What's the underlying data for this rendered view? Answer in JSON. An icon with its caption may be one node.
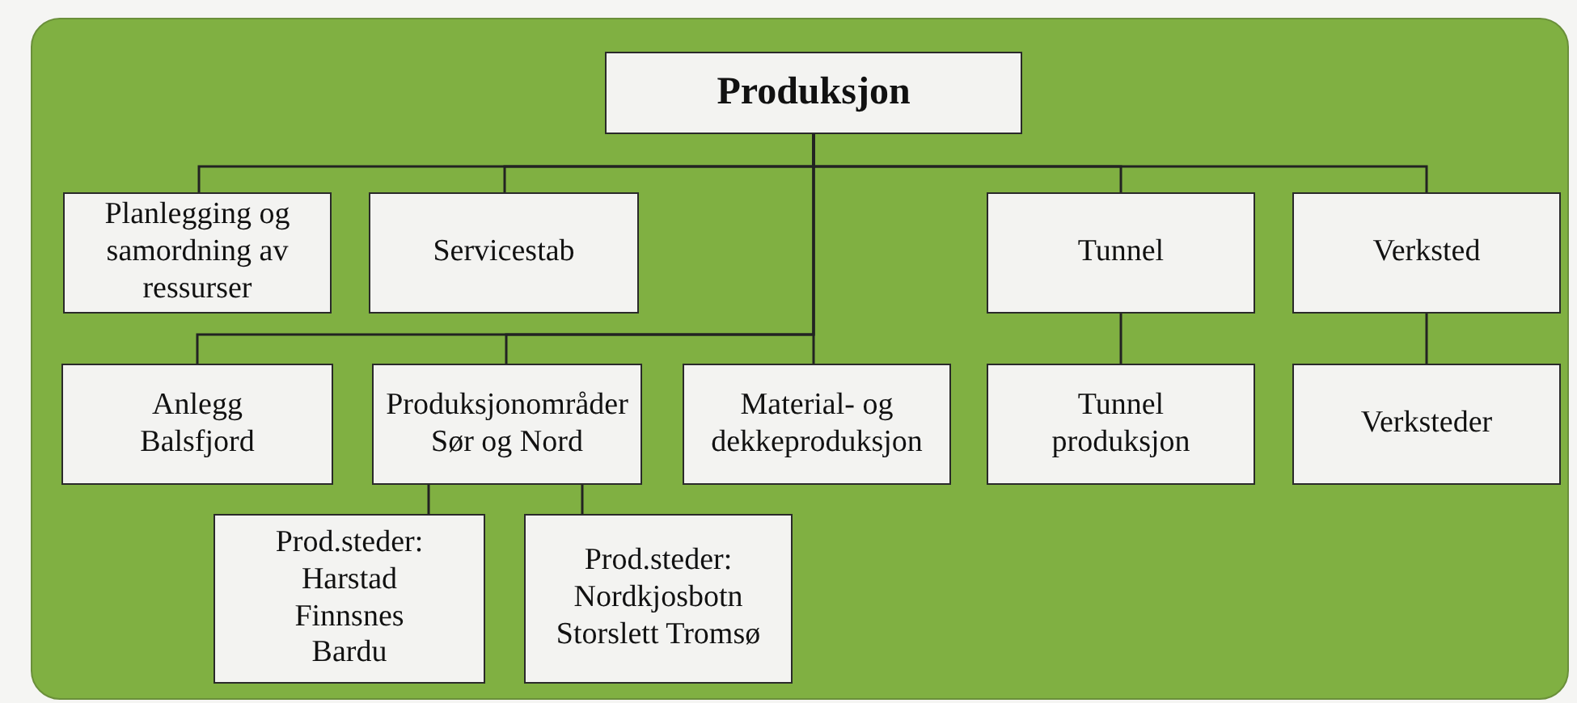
{
  "diagram": {
    "nodes": [
      {
        "text": [
          "Produksjon"
        ]
      },
      {
        "text": [
          "Planlegging og samordning av ressurser"
        ]
      },
      {
        "text": [
          "Servicestab"
        ]
      },
      {
        "text": [
          "Tunnel"
        ]
      },
      {
        "text": [
          "Verksted"
        ]
      },
      {
        "text": [
          "Anlegg Balsfjord"
        ]
      },
      {
        "text": [
          "Produksjonområder Sør og Nord"
        ]
      },
      {
        "text": [
          "Material- og dekkeproduksjon"
        ]
      },
      {
        "text": [
          "Tunnel produksjon"
        ]
      },
      {
        "text": [
          "Verksteder"
        ]
      },
      {
        "text": [
          "Prod.steder:",
          "Harstad Finnsnes Bardu"
        ]
      },
      {
        "text": [
          "Prod.steder:",
          "Nordkjosbotn Storslett Tromsø"
        ]
      }
    ],
    "edges": [
      {
        "from": 0,
        "to": 1,
        "arrow": "none"
      },
      {
        "from": 0,
        "to": 2,
        "arrow": "none"
      },
      {
        "from": 0,
        "to": 3,
        "arrow": "none"
      },
      {
        "from": 0,
        "to": 4,
        "arrow": "none"
      },
      {
        "from": 0,
        "to": 5,
        "arrow": "none"
      },
      {
        "from": 0,
        "to": 6,
        "arrow": "none"
      },
      {
        "from": 0,
        "to": 7,
        "arrow": "none"
      },
      {
        "from": 3,
        "to": 8,
        "arrow": "none"
      },
      {
        "from": 4,
        "to": 9,
        "arrow": "none"
      },
      {
        "from": 6,
        "to": 10,
        "arrow": "none"
      },
      {
        "from": 6,
        "to": 11,
        "arrow": "none"
      }
    ]
  }
}
